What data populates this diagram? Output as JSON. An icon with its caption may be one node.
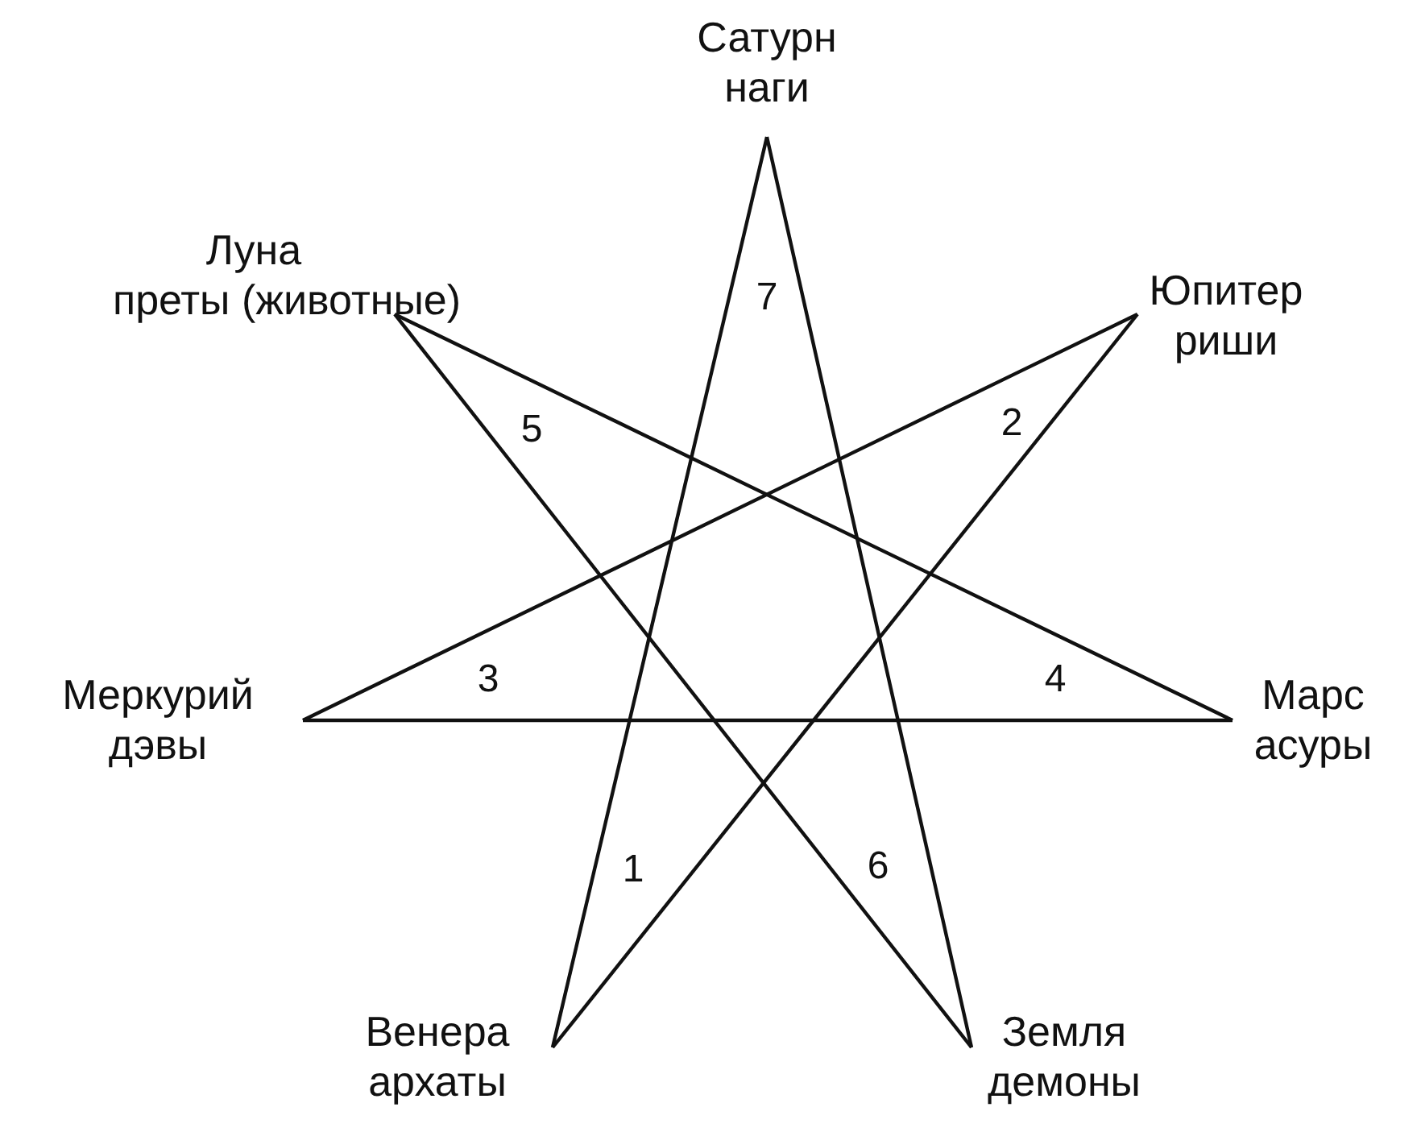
{
  "diagram": {
    "nodes": [
      {
        "text": [
          "Сатурн",
          "наги"
        ]
      },
      {
        "text": [
          "Луна",
          "преты (животные)"
        ]
      },
      {
        "text": [
          "Юпитер",
          "риши"
        ]
      },
      {
        "text": [
          "Меркурий",
          "дэвы"
        ]
      },
      {
        "text": [
          "Марс",
          "асуры"
        ]
      },
      {
        "text": [
          "Венера",
          "архаты"
        ]
      },
      {
        "text": [
          "Земля",
          "демоны"
        ]
      }
    ],
    "edges": [
      {
        "from": 0,
        "to": 5,
        "arrow": "none"
      },
      {
        "from": 0,
        "to": 6,
        "arrow": "none"
      },
      {
        "from": 2,
        "to": 3,
        "arrow": "none"
      },
      {
        "from": 2,
        "to": 5,
        "arrow": "none"
      },
      {
        "from": 1,
        "to": 4,
        "arrow": "none"
      },
      {
        "from": 1,
        "to": 6,
        "arrow": "none"
      },
      {
        "from": 3,
        "to": 4,
        "arrow": "none"
      }
    ],
    "labels": [
      "7",
      "5",
      "2",
      "3",
      "4",
      "1",
      "6"
    ]
  }
}
